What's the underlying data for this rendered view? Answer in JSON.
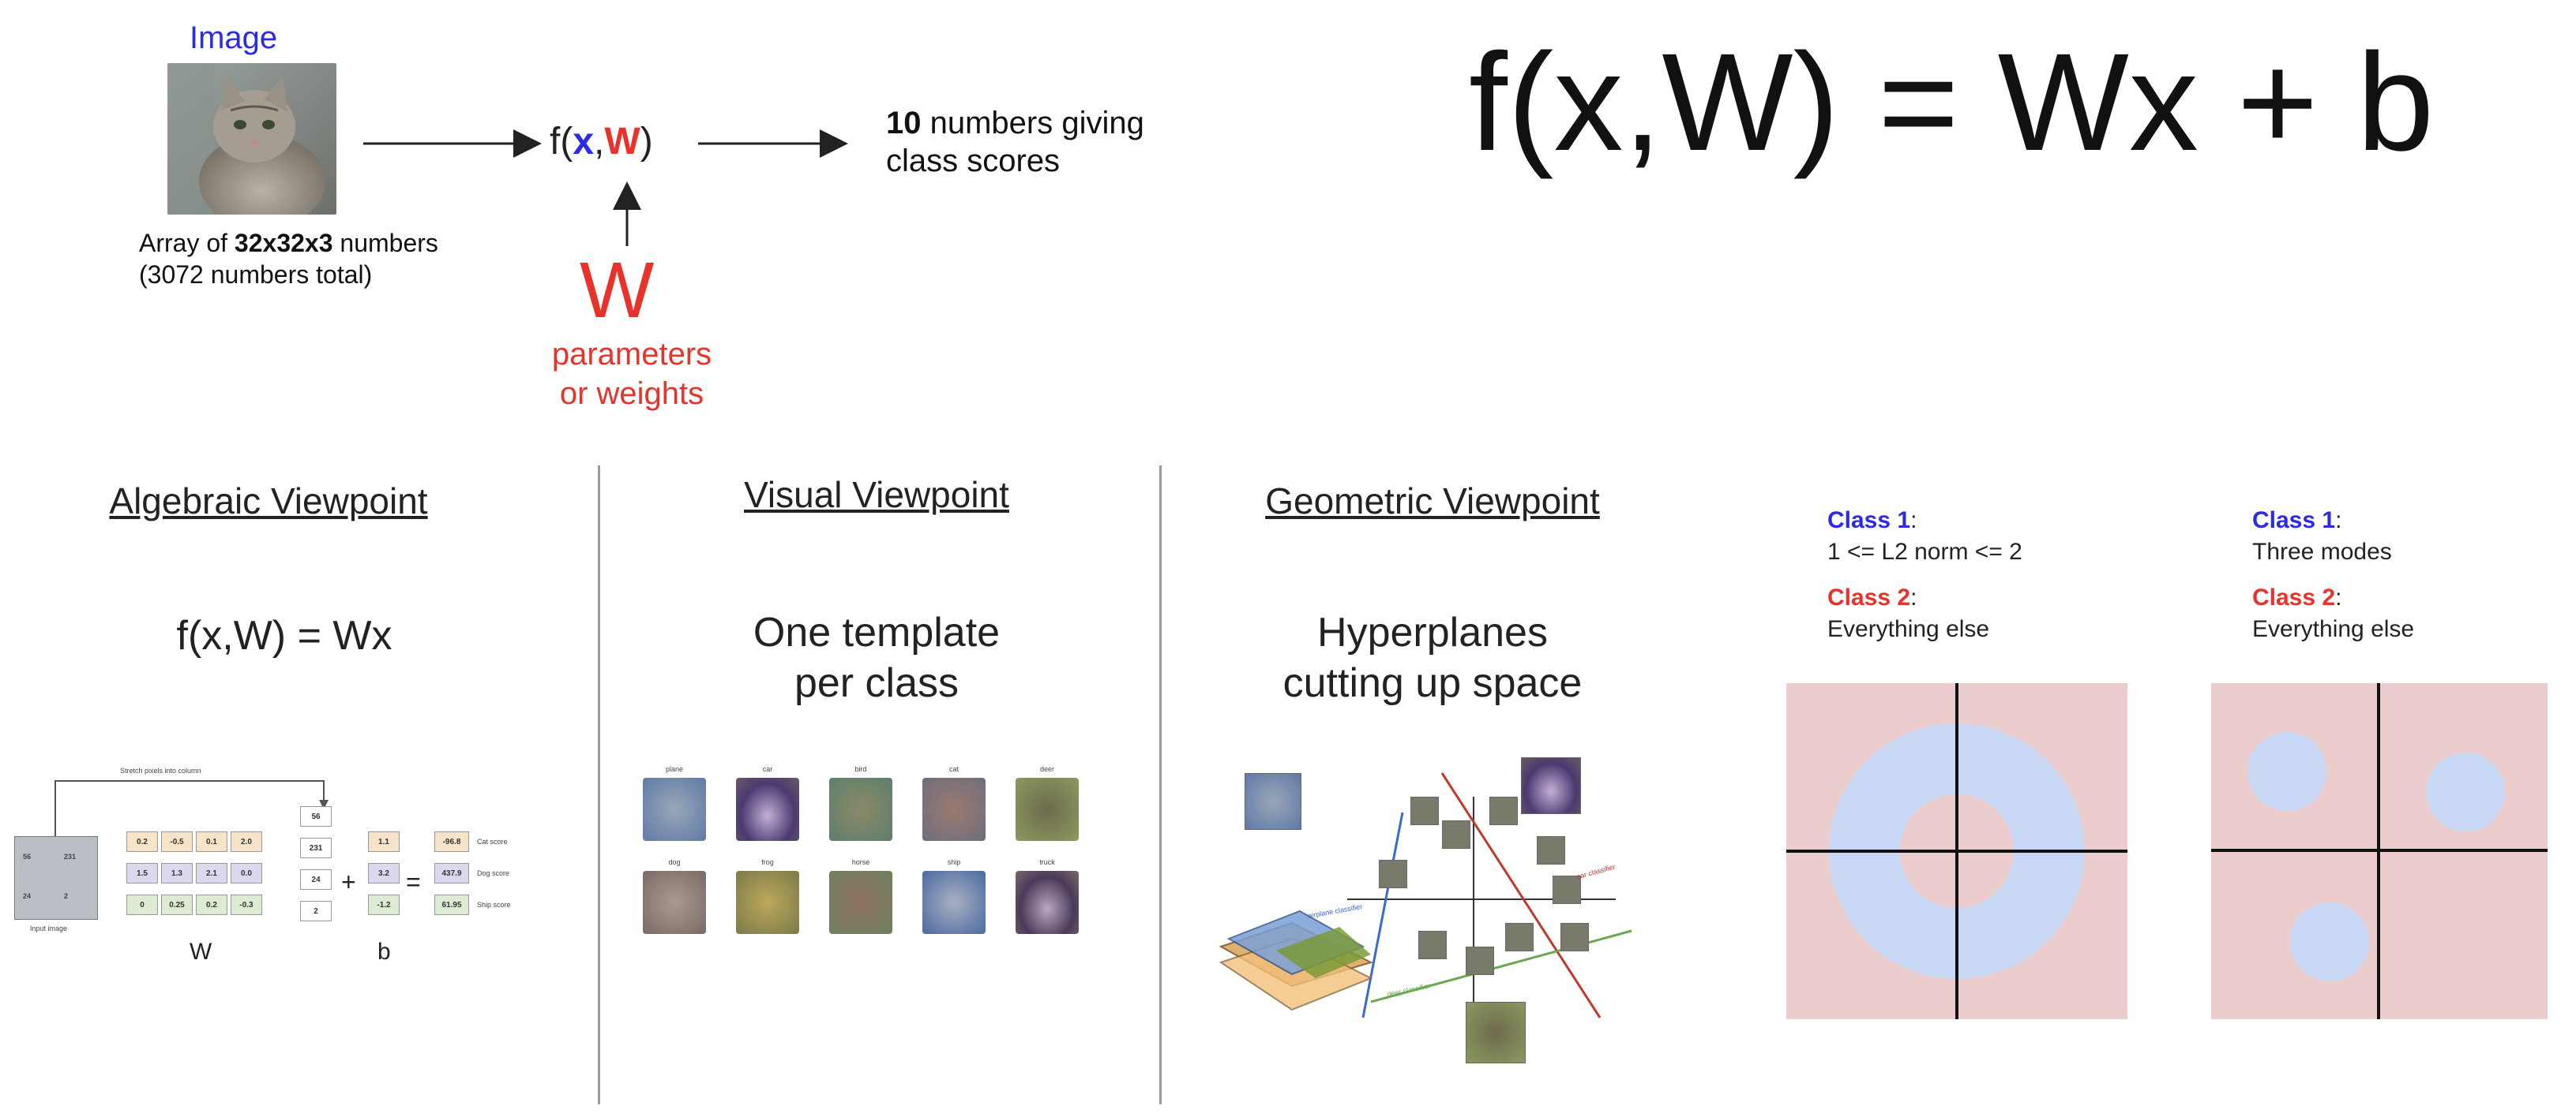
{
  "top": {
    "image_label": "Image",
    "array_text_1": "Array of ",
    "array_text_bold": "32x32x3",
    "array_text_2": " numbers",
    "array_text_3": "(3072 numbers total)",
    "func_prefix": "f(",
    "func_x": "x",
    "func_comma": ",",
    "func_w": "W",
    "func_suffix": ")",
    "scores_bold": "10",
    "scores_text_1": " numbers giving",
    "scores_text_2": "class scores",
    "big_w": "W",
    "params_line_1": "parameters",
    "params_line_2": "or weights",
    "equation": "f(x,W) = Wx + b"
  },
  "algebraic": {
    "title": "Algebraic Viewpoint",
    "formula": "f(x,W) = Wx",
    "stretch_label": "Stretch pixels into column",
    "input_label": "Input image",
    "w_label": "W",
    "b_label": "b",
    "plus": "+",
    "equals": "=",
    "pixels": [
      "56",
      "231",
      "24",
      "2"
    ],
    "weights": [
      [
        "0.2",
        "-0.5",
        "0.1",
        "2.0"
      ],
      [
        "1.5",
        "1.3",
        "2.1",
        "0.0"
      ],
      [
        "0",
        "0.25",
        "0.2",
        "-0.3"
      ]
    ],
    "bias": [
      "1.1",
      "3.2",
      "-1.2"
    ],
    "scores": [
      "-96.8",
      "437.9",
      "61.95"
    ],
    "score_labels": [
      "Cat score",
      "Dog score",
      "Ship score"
    ],
    "input_pixels": [
      "56",
      "231",
      "24",
      "2"
    ]
  },
  "visual": {
    "title": "Visual Viewpoint",
    "line_1": "One template",
    "line_2": "per class",
    "classes": [
      "plane",
      "car",
      "bird",
      "cat",
      "deer",
      "dog",
      "frog",
      "horse",
      "ship",
      "truck"
    ]
  },
  "geometric": {
    "title": "Geometric Viewpoint",
    "line_1": "Hyperplanes",
    "line_2": "cutting up space",
    "airplane_label": "airplane classifier",
    "car_label": "car classifier",
    "deer_label": "deer classifier"
  },
  "panel1": {
    "class1_label": "Class 1",
    "class1_desc": "1 <= L2 norm <= 2",
    "class2_label": "Class 2",
    "class2_desc": "Everything else",
    "colon": ":"
  },
  "panel2": {
    "class1_label": "Class 1",
    "class1_desc": "Three modes",
    "class2_label": "Class 2",
    "class2_desc": "Everything else",
    "colon": ":"
  },
  "colors": {
    "blue": "#2a2ae8",
    "red": "#e8322a",
    "panel_bg": "#ebcdcd",
    "class1_fill": "#c9d8f5"
  }
}
